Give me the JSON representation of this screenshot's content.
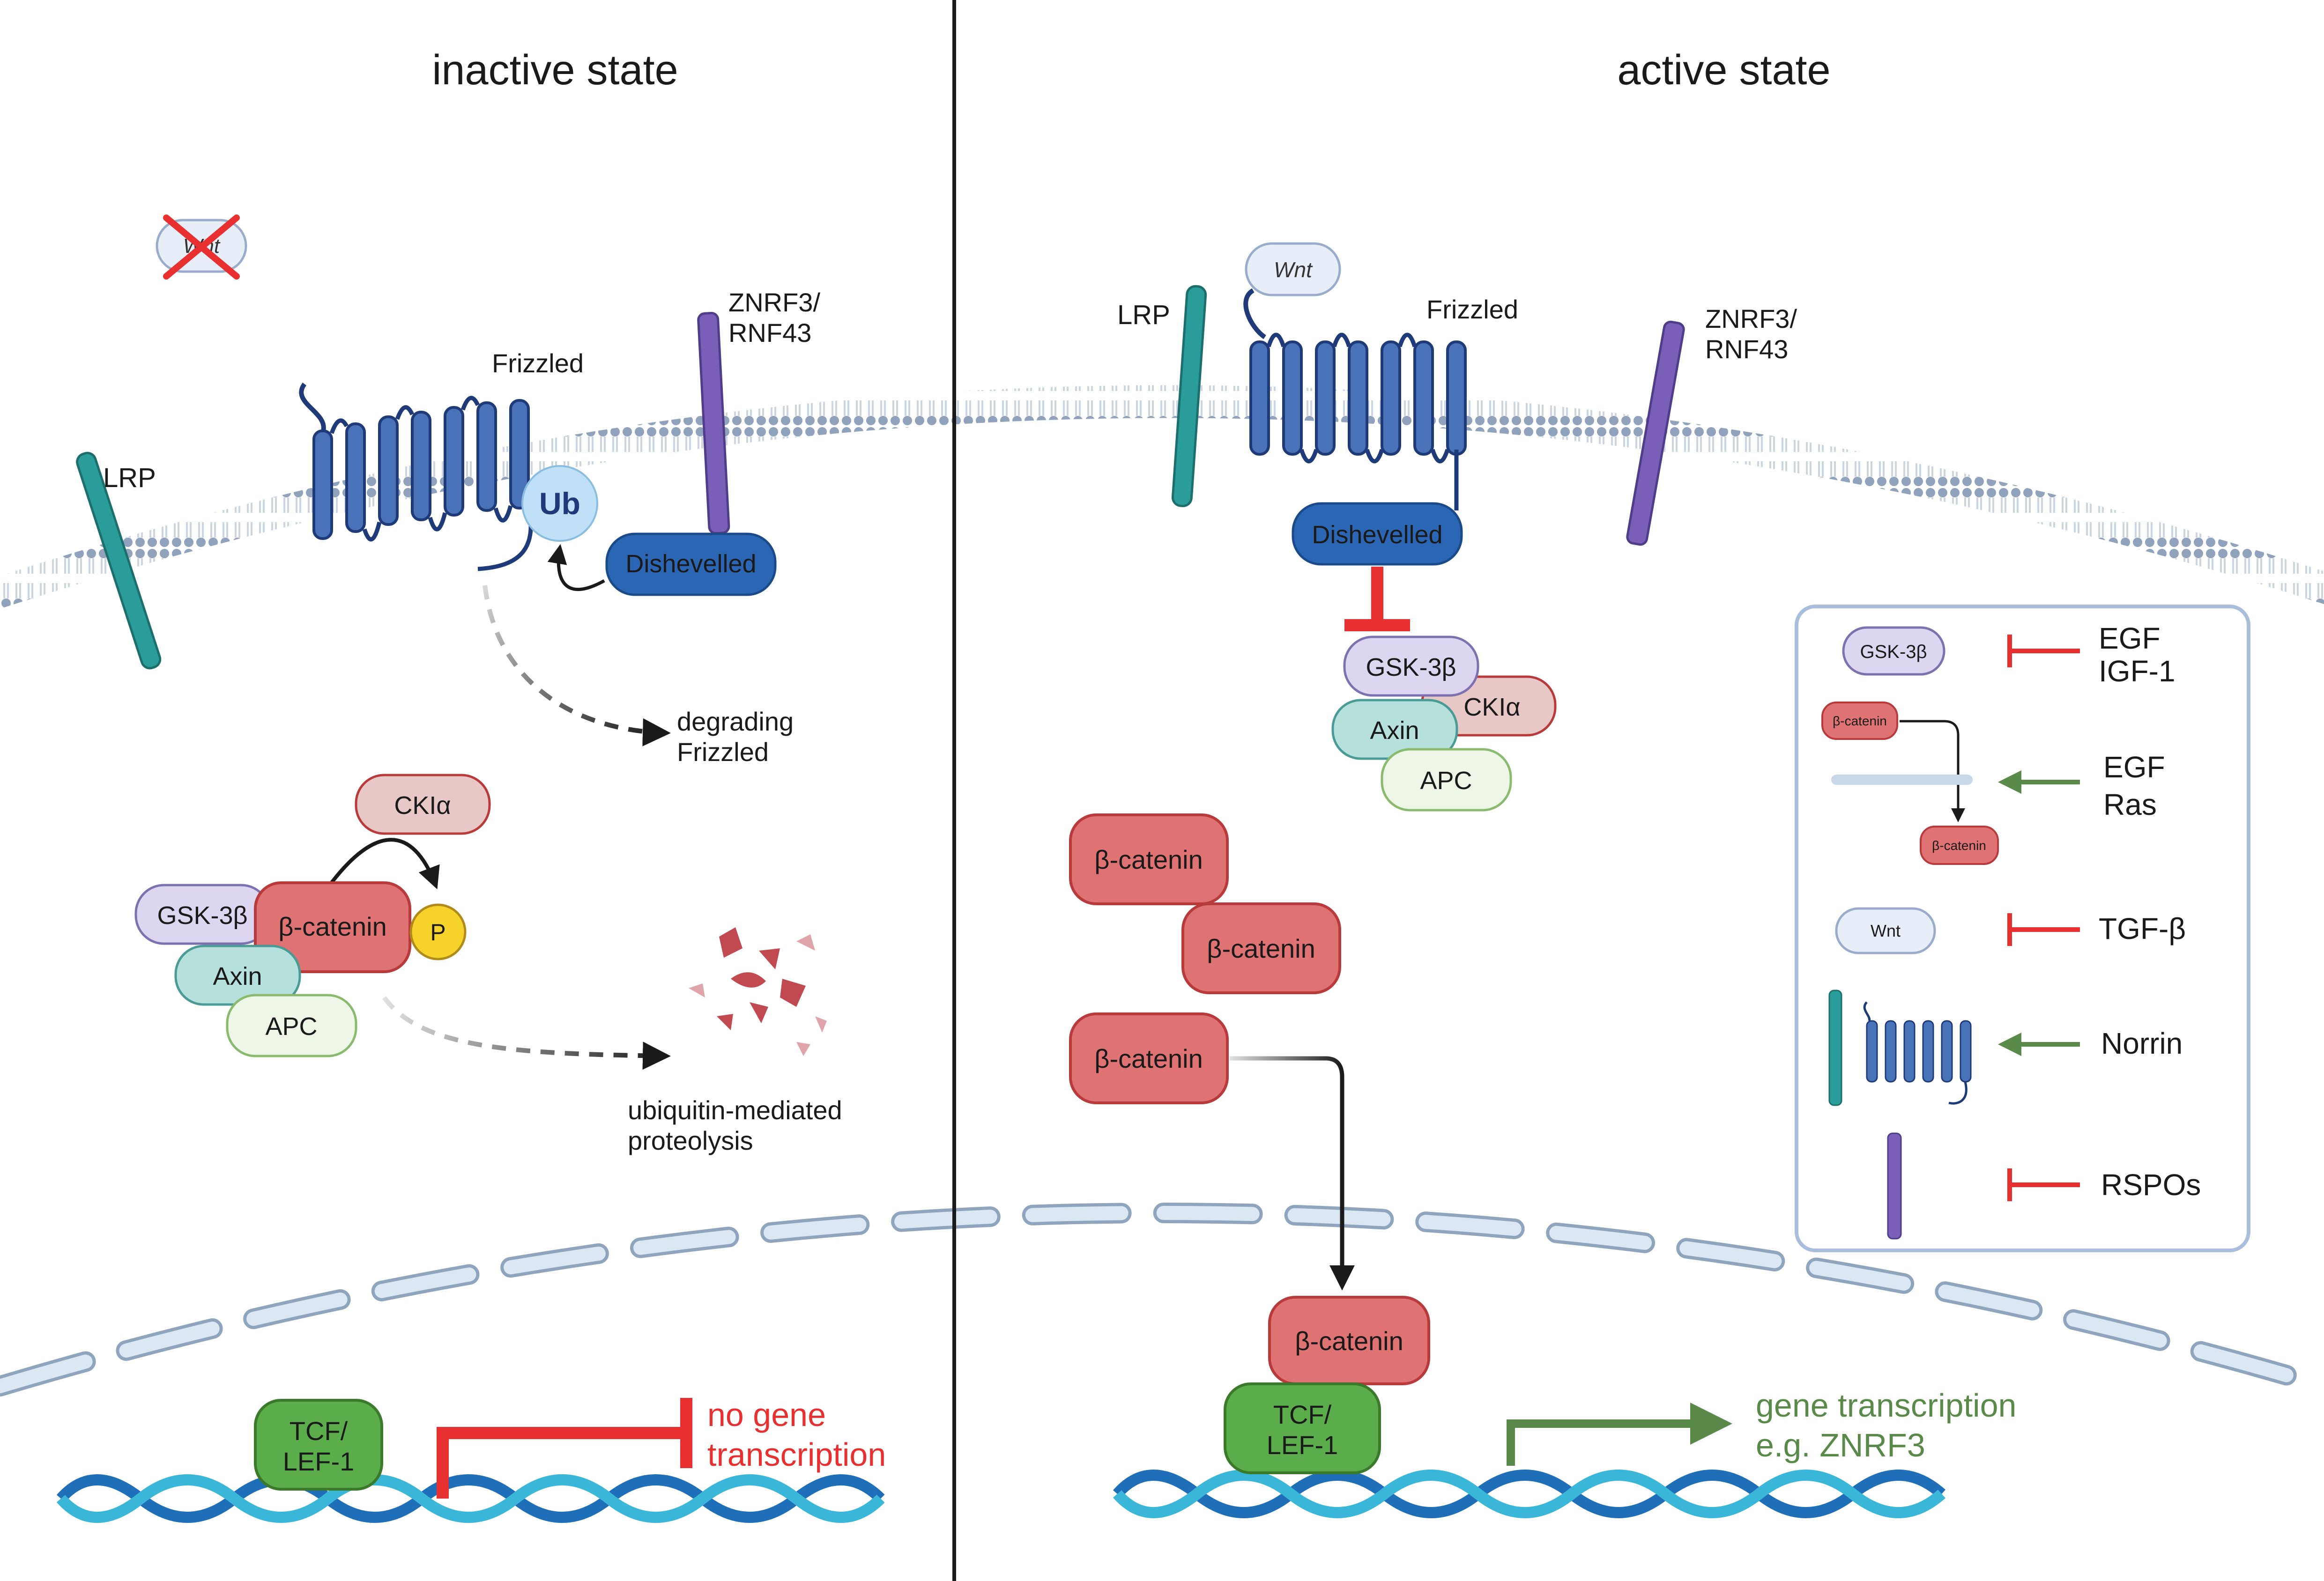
{
  "panels": {
    "inactive_title": "inactive state",
    "active_title": "active state"
  },
  "inactive": {
    "wnt": "Wnt",
    "lrp": "LRP",
    "frizzled": "Frizzled",
    "znrf3_line1": "ZNRF3/",
    "znrf3_line2": "RNF43",
    "ub": "Ub",
    "dishevelled": "Dishevelled",
    "degrading_line1": "degrading",
    "degrading_line2": "Frizzled",
    "ckia": "CKIα",
    "gsk": "GSK-3β",
    "bcatenin": "β-catenin",
    "phospho": "P",
    "axin": "Axin",
    "apc": "APC",
    "proteolysis_line1": "ubiquitin-mediated",
    "proteolysis_line2": "proteolysis",
    "tcf_line1": "TCF/",
    "tcf_line2": "LEF-1",
    "no_transcription_line1": "no gene",
    "no_transcription_line2": "transcription"
  },
  "active": {
    "wnt": "Wnt",
    "lrp": "LRP",
    "frizzled": "Frizzled",
    "znrf3_line1": "ZNRF3/",
    "znrf3_line2": "RNF43",
    "dishevelled": "Dishevelled",
    "gsk": "GSK-3β",
    "ckia": "CKIα",
    "axin": "Axin",
    "apc": "APC",
    "bcatenin_1": "β-catenin",
    "bcatenin_2": "β-catenin",
    "bcatenin_3": "β-catenin",
    "bcatenin_nuclear": "β-catenin",
    "tcf_line1": "TCF/",
    "tcf_line2": "LEF-1",
    "transcription_line1": "gene transcription",
    "transcription_line2": "e.g. ZNRF3"
  },
  "legend": {
    "gsk": "GSK-3β",
    "gsk_regulator_1": "EGF",
    "gsk_regulator_2": "IGF-1",
    "bcat_small_1": "β-catenin",
    "bcat_small_2": "β-catenin",
    "bcat_regulator_1": "EGF",
    "bcat_regulator_2": "Ras",
    "wnt": "Wnt",
    "wnt_regulator": "TGF-β",
    "receptor_regulator": "Norrin",
    "znrf_regulator": "RSPOs"
  },
  "colors": {
    "membrane_head": "#8a9db8",
    "membrane_tail": "#c9d3e0",
    "frizzled": "#4a72b8",
    "frizzled_stroke": "#1e3a78",
    "lrp": "#2a9d9a",
    "znrf3": "#7a5fb8",
    "dishevelled": "#2b66b5",
    "bcatenin": "#df7272",
    "bcatenin_stroke": "#b83a3a",
    "ckia": "#e8c7c7",
    "gsk": "#dcd6f0",
    "axin": "#b6e0dc",
    "apc": "#eef6e8",
    "phospho": "#f6d32a",
    "tcf": "#5aad4a",
    "inhibit_red": "#e83030",
    "activate_green": "#5a8a4a",
    "dna_light": "#3ab6d8",
    "dna_dark": "#1f6fb8",
    "nuclear_envelope": "#c8d8e8",
    "legend_border": "#a8bedc"
  }
}
